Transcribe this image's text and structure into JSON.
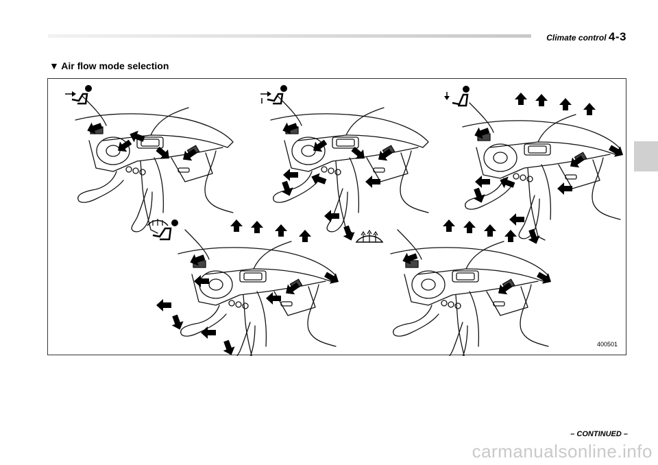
{
  "header": {
    "section_label": "Climate control",
    "chapter_number": "4-3"
  },
  "section": {
    "marker": "▼",
    "title": "Air flow mode selection"
  },
  "figure": {
    "code": "400501",
    "panels": [
      {
        "mode_icon": "vent-mode-icon"
      },
      {
        "mode_icon": "bi-level-mode-icon"
      },
      {
        "mode_icon": "foot-mode-icon"
      },
      {
        "mode_icon": "defrost-foot-mode-icon"
      },
      {
        "mode_icon": "defrost-mode-icon"
      }
    ]
  },
  "footer": {
    "continued": "– CONTINUED –",
    "watermark": "carmanualsonline.info"
  }
}
